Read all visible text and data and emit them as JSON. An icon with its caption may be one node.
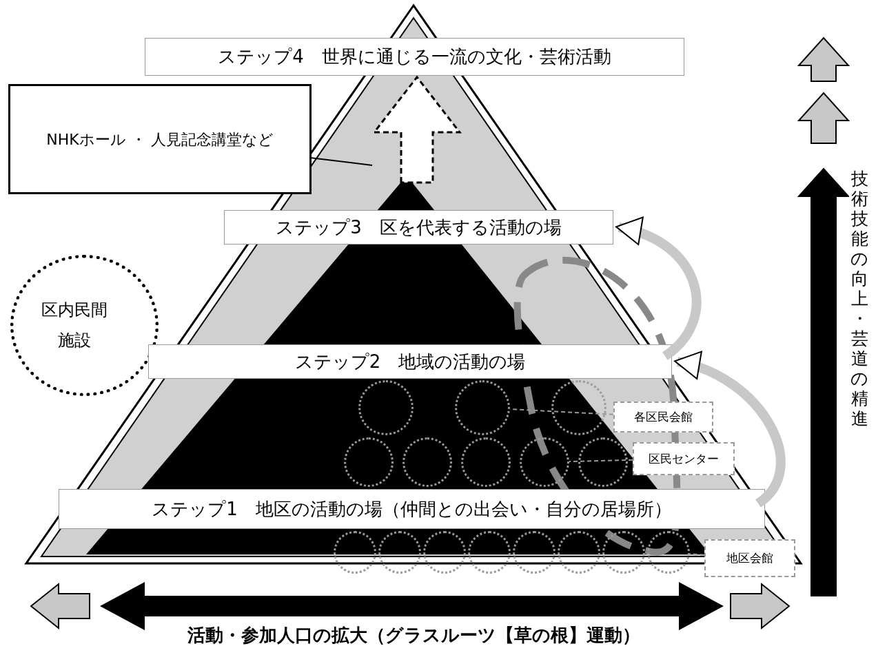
{
  "diagram": {
    "caption": "活動・参加人口の拡大（グラスルーツ【草の根】運動）",
    "nodes": [
      {
        "text": [
          "ステップ4　世界に通じる一流の文化・芸術活動"
        ]
      },
      {
        "text": [
          "NHKホール ・ 人見記念講堂など"
        ]
      },
      {
        "text": [
          "ステップ3　区を代表する活動の場"
        ]
      },
      {
        "text": [
          "区内民間施設"
        ]
      },
      {
        "text": [
          "ステップ2　地域の活動の場"
        ]
      },
      {
        "text": [],
        "shape": "circle"
      },
      {
        "text": [],
        "shape": "circle"
      },
      {
        "text": [],
        "shape": "circle"
      },
      {
        "text": [
          "各区民会館"
        ]
      },
      {
        "text": [],
        "shape": "circle"
      },
      {
        "text": [],
        "shape": "circle"
      },
      {
        "text": [],
        "shape": "circle"
      },
      {
        "text": [],
        "shape": "circle"
      },
      {
        "text": [],
        "shape": "circle"
      },
      {
        "text": [
          "区民センター"
        ]
      },
      {
        "text": [
          "ステップ1　地区の活動の場（仲間との出会い・自分の居場所）"
        ]
      },
      {
        "text": [],
        "shape": "circle"
      },
      {
        "text": [],
        "shape": "circle"
      },
      {
        "text": [],
        "shape": "circle"
      },
      {
        "text": [],
        "shape": "circle"
      },
      {
        "text": [],
        "shape": "circle"
      },
      {
        "text": [],
        "shape": "circle"
      },
      {
        "text": [],
        "shape": "circle"
      },
      {
        "text": [],
        "shape": "circle"
      },
      {
        "text": [
          "地区会館"
        ]
      }
    ],
    "edges": [
      {
        "from": 1,
        "to": null,
        "arrow": "none",
        "color": "#000000"
      },
      {
        "from": null,
        "to": 0,
        "arrow": "to",
        "style": "dashed",
        "color": "#000000"
      },
      {
        "from": 15,
        "to": 4,
        "arrow": "to",
        "style": "thick",
        "color": "#c8c8c8"
      },
      {
        "from": 4,
        "to": 2,
        "arrow": "to",
        "style": "thick",
        "color": "#c8c8c8"
      },
      {
        "from": 8,
        "to": 6,
        "arrow": "none",
        "style": "dashed",
        "color": "#999999"
      },
      {
        "from": 14,
        "to": 12,
        "arrow": "none",
        "style": "dashed",
        "color": "#999999"
      },
      {
        "from": 24,
        "to": 23,
        "arrow": "none",
        "style": "dashed",
        "color": "#999999"
      }
    ],
    "labels": [
      "技術技能の向上・芸道の精進"
    ]
  }
}
